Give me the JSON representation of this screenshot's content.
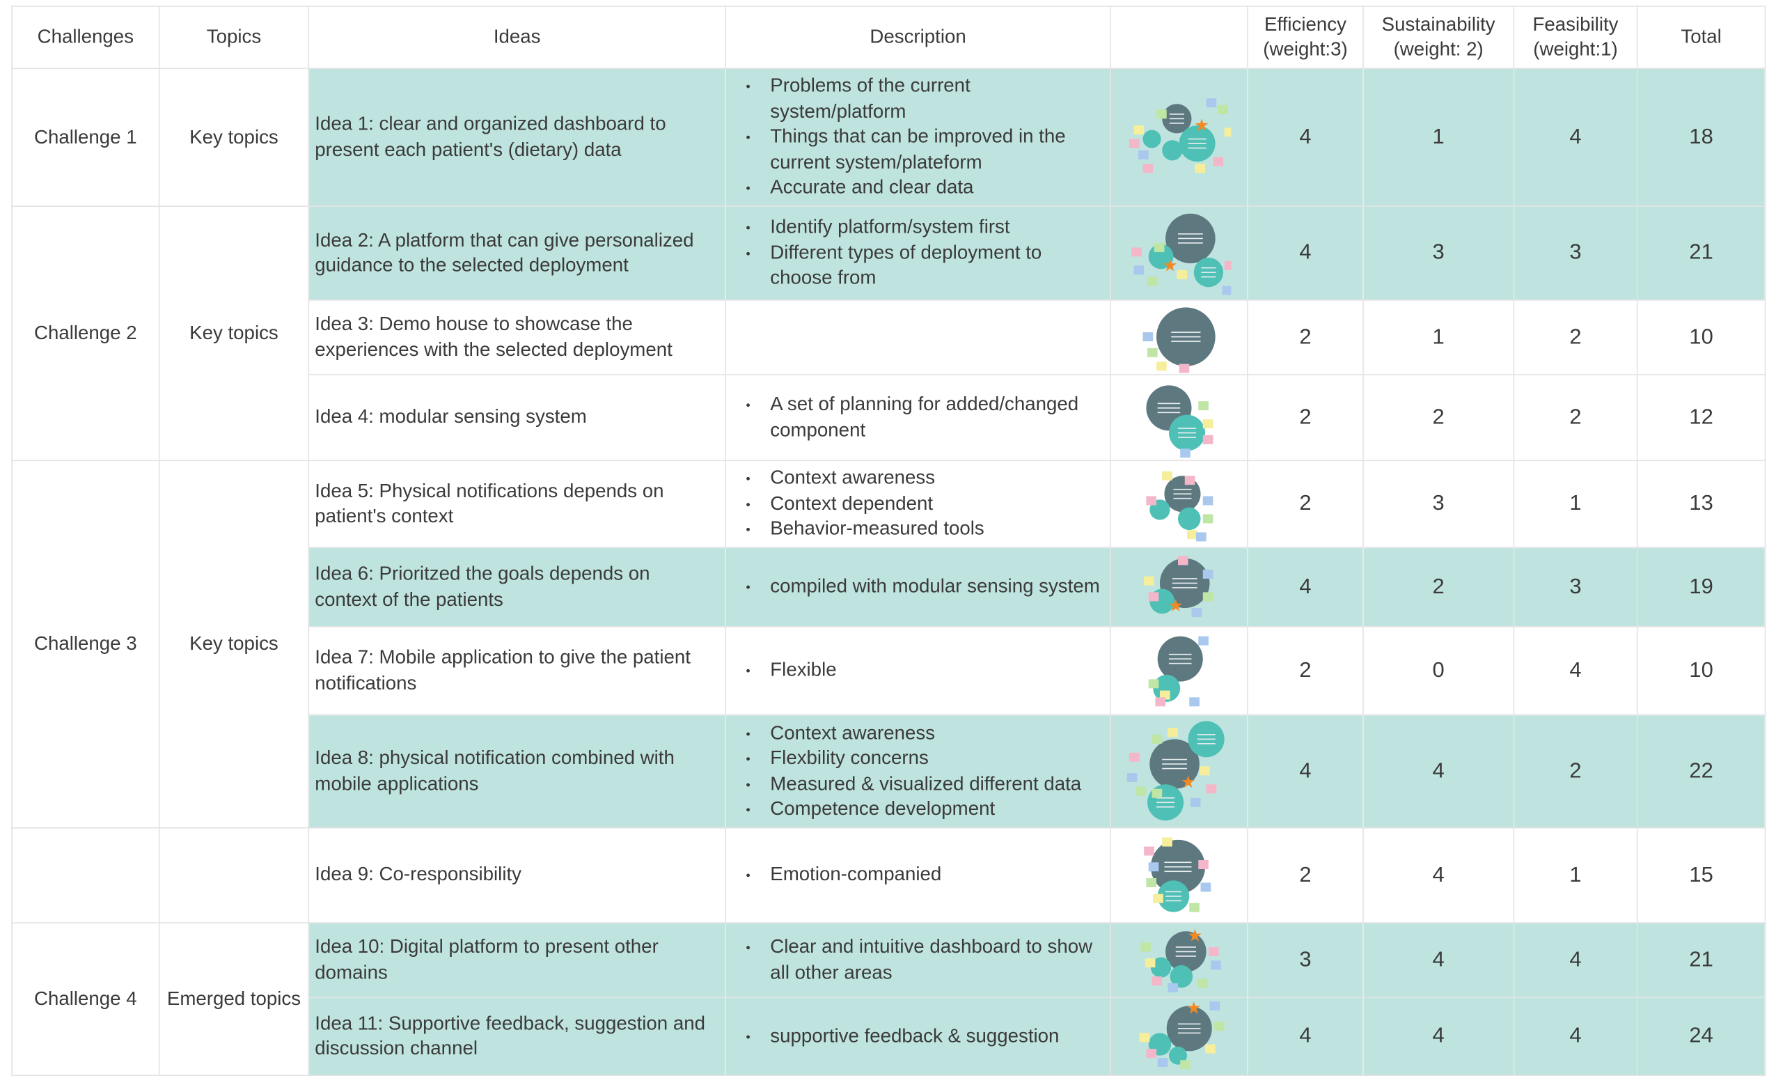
{
  "headers": {
    "challenges": "Challenges",
    "topics": "Topics",
    "ideas": "Ideas",
    "description": "Description",
    "image": "",
    "efficiency": [
      "Efficiency",
      "(weight:3)"
    ],
    "sustainability": [
      "Sustainability",
      "(weight: 2)"
    ],
    "feasibility": [
      "Feasibility",
      "(weight:1)"
    ],
    "total": "Total"
  },
  "challenges": [
    {
      "label": "Challenge 1",
      "topic": "Key topics"
    },
    {
      "label": "Challenge 2",
      "topic": "Key topics"
    },
    {
      "label": "Challenge 3",
      "topic": "Key topics"
    },
    {
      "label": "",
      "topic": ""
    },
    {
      "label": "Challenge 4",
      "topic": "Emerged topics"
    }
  ],
  "ideas": [
    {
      "idea": "Idea 1: clear and organized dashboard to present each patient's (dietary) data",
      "description": [
        "Problems of the current system/platform",
        "Things that can be improved in the current system/plateform",
        "Accurate and clear data"
      ],
      "efficiency": "4",
      "sustainability": "1",
      "feasibility": "4",
      "total": "18",
      "highlighted": true
    },
    {
      "idea": "Idea 2: A platform that can give personalized guidance to the selected deployment",
      "description": [
        "Identify platform/system first",
        "Different types of deployment to choose from"
      ],
      "efficiency": "4",
      "sustainability": "3",
      "feasibility": "3",
      "total": "21",
      "highlighted": true
    },
    {
      "idea": "Idea 3: Demo house to showcase the experiences with the selected deployment",
      "description": [],
      "efficiency": "2",
      "sustainability": "1",
      "feasibility": "2",
      "total": "10",
      "highlighted": false
    },
    {
      "idea": "Idea 4: modular sensing system",
      "description": [
        "A set of planning for added/changed component"
      ],
      "efficiency": "2",
      "sustainability": "2",
      "feasibility": "2",
      "total": "12",
      "highlighted": false
    },
    {
      "idea": "Idea 5: Physical notifications depends on patient's context",
      "description": [
        "Context awareness",
        "Context dependent",
        "Behavior-measured tools"
      ],
      "efficiency": "2",
      "sustainability": "3",
      "feasibility": "1",
      "total": "13",
      "highlighted": false
    },
    {
      "idea": "Idea 6: Prioritzed the goals depends on context of the patients",
      "description": [
        "compiled with modular sensing system"
      ],
      "efficiency": "4",
      "sustainability": "2",
      "feasibility": "3",
      "total": "19",
      "highlighted": true
    },
    {
      "idea": "Idea 7: Mobile application to give the patient notifications",
      "description": [
        "Flexible"
      ],
      "efficiency": "2",
      "sustainability": "0",
      "feasibility": "4",
      "total": "10",
      "highlighted": false
    },
    {
      "idea": "Idea 8: physical notification combined with mobile applications",
      "description": [
        "Context awareness",
        "Flexbility concerns",
        "Measured & visualized different data",
        "Competence development"
      ],
      "efficiency": "4",
      "sustainability": "4",
      "feasibility": "2",
      "total": "22",
      "highlighted": true
    },
    {
      "idea": "Idea 9: Co-responsibility",
      "description": [
        "Emotion-companied"
      ],
      "efficiency": "2",
      "sustainability": "4",
      "feasibility": "1",
      "total": "15",
      "highlighted": false
    },
    {
      "idea": "Idea 10: Digital platform to present other domains",
      "description": [
        "Clear and intuitive dashboard to show all other areas"
      ],
      "efficiency": "3",
      "sustainability": "4",
      "feasibility": "4",
      "total": "21",
      "highlighted": true
    },
    {
      "idea": "Idea 11: Supportive feedback, suggestion and discussion channel",
      "description": [
        "supportive feedback & suggestion"
      ],
      "efficiency": "4",
      "sustainability": "4",
      "feasibility": "4",
      "total": "24",
      "highlighted": true
    }
  ],
  "colors": {
    "highlight": "#bfe4df",
    "bubble_dark": "#5e7880",
    "bubble_teal": "#4fc0b5",
    "note_yellow": "#f6ee9a",
    "note_pink": "#f4b6c9",
    "note_blue": "#a9c8ee",
    "note_green": "#bfe6a4",
    "star_orange": "#f08a24"
  }
}
